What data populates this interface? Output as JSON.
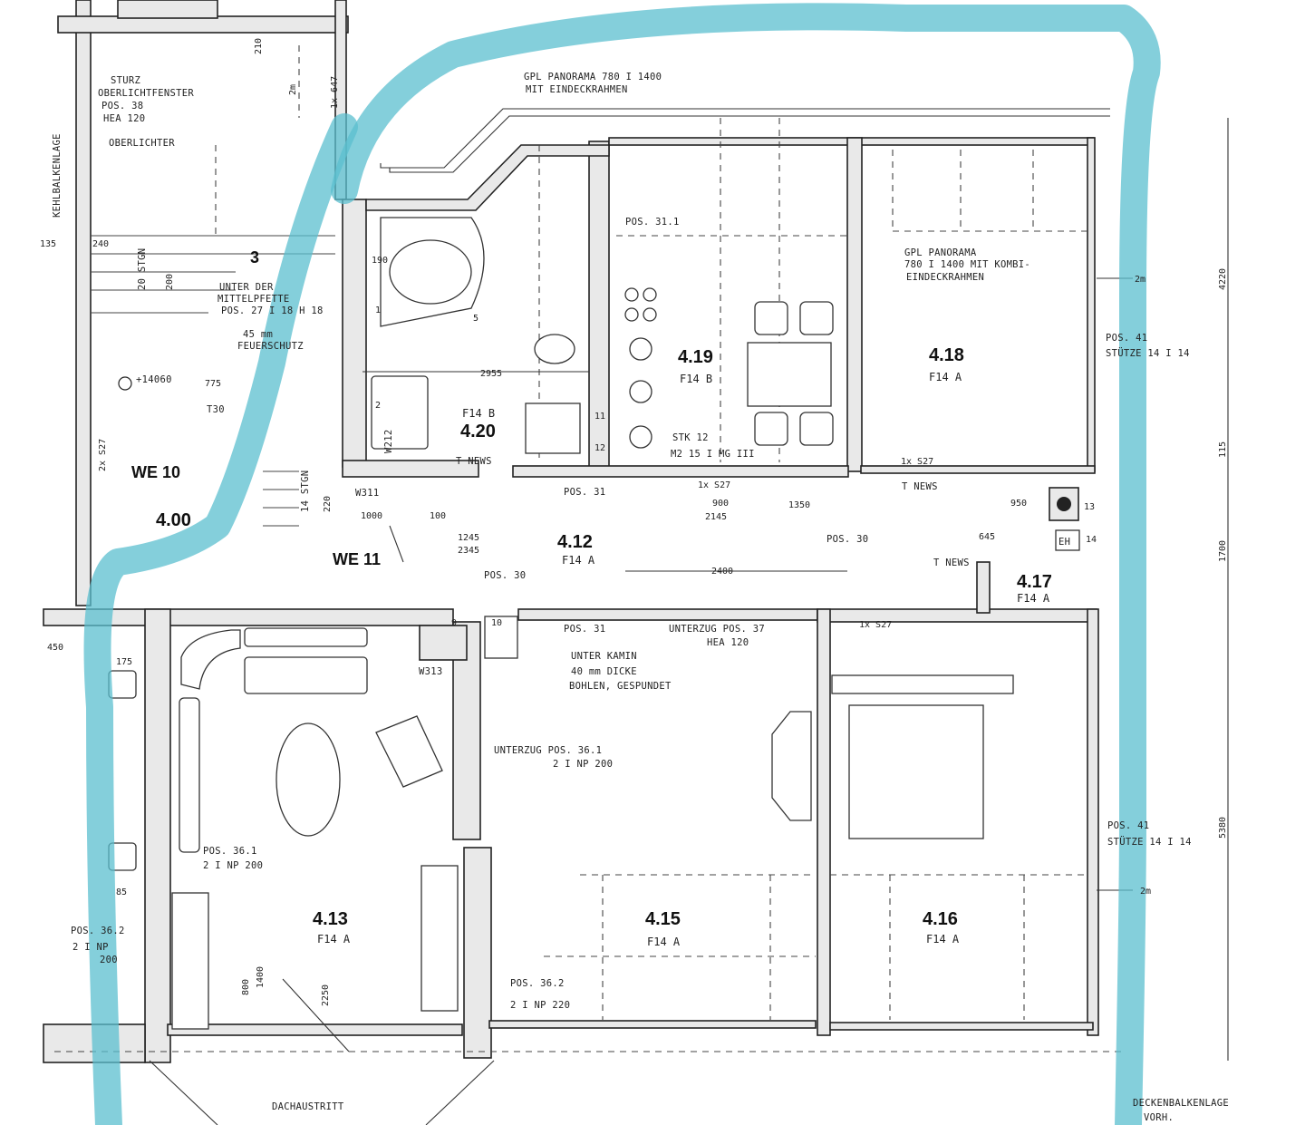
{
  "rooms": [
    {
      "num": "4.00",
      "sub": ""
    },
    {
      "num": "4.12",
      "sub": "F14 A"
    },
    {
      "num": "4.13",
      "sub": "F14 A"
    },
    {
      "num": "4.15",
      "sub": "F14 A"
    },
    {
      "num": "4.16",
      "sub": "F14 A"
    },
    {
      "num": "4.17",
      "sub": "F14 A"
    },
    {
      "num": "4.18",
      "sub": "F14 A"
    },
    {
      "num": "4.19",
      "sub": "F14 B"
    },
    {
      "num": "4.20",
      "sub": "F14 B"
    }
  ],
  "units": [
    "WE 10",
    "WE 11"
  ],
  "stair_number": "3",
  "notes": {
    "sturz_1": "STURZ",
    "sturz_2": "OBERLICHTFENSTER",
    "sturz_3": "POS. 38",
    "sturz_4": "HEA 120",
    "oberlichter": "OBERLICHTER",
    "kehlbalkenlage": "KEHLBALKENLAGE",
    "unter_der_1": "UNTER DER",
    "unter_der_2": "MITTELPFETTE",
    "unter_der_3": "POS. 27 I 18 H 18",
    "feuerschutz_1": "45 mm",
    "feuerschutz_2": "FEUERSCHUTZ",
    "level": "+14060",
    "gpl_top_1": "GPL PANORAMA 780 I 1400",
    "gpl_top_2": "MIT EINDECKRAHMEN",
    "gpl_right_1": "GPL PANORAMA",
    "gpl_right_2": "780 I 1400 MIT KOMBI-",
    "gpl_right_3": "EINDECKRAHMEN",
    "pos41_a": "POS. 41",
    "stuetze_a": "STÜTZE 14 I 14",
    "pos41_b": "POS. 41",
    "stuetze_b": "STÜTZE 14 I 14",
    "pos311": "POS. 31.1",
    "pos31_a": "POS. 31",
    "pos31_b": "POS. 31",
    "pos30_a": "POS. 30",
    "pos30_b": "POS. 30",
    "unterzug37_1": "UNTERZUG POS. 37",
    "unterzug37_2": "HEA 120",
    "unter_kamin_1": "UNTER KAMIN",
    "unter_kamin_2": "40 mm DICKE",
    "unter_kamin_3": "BOHLEN, GESPUNDET",
    "unterzug361_1": "UNTERZUG POS. 36.1",
    "unterzug361_2": "2 I NP 200",
    "pos361_1": "POS. 36.1",
    "pos361_2": "2 I NP 200",
    "pos362l_1": "POS. 36.2",
    "pos362l_2": "2 I NP",
    "pos362l_3": "200",
    "pos362r_1": "POS. 36.2",
    "pos362r_2": "2 I NP 220",
    "dachaustritt": "DACHAUSTRITT",
    "deckenbalkenlage_1": "DECKENBALKENLAGE",
    "deckenbalkenlage_2": "VORH.",
    "stk": "STK 12",
    "m2": "M2 15 I MG III",
    "eh": "EH",
    "tnews_1": "T NEWS",
    "tnews_2": "T NEWS",
    "tnews_3": "T NEWS",
    "t30": "T30",
    "stgn_1": "20 STGN",
    "stgn_2": "14 STGN",
    "w311": "W311",
    "w313": "W313",
    "w212": "W212"
  },
  "dims": {
    "d240": "240",
    "d135": "135",
    "d2955": "2955",
    "d1000": "1000",
    "d100": "100",
    "d1245": "1245",
    "d2345": "2345",
    "d2400": "2400",
    "d1350": "1350",
    "d900": "900",
    "d2145": "2145",
    "d950": "950",
    "d645": "645",
    "d175": "175",
    "d450": "450",
    "d85": "85",
    "d800": "800",
    "d1400": "1400",
    "d2250": "2250",
    "d775": "775",
    "d4220": "4220",
    "d1700": "1700",
    "d5380": "5380",
    "d115": "115",
    "h2m_1": "2m",
    "h2m_2": "2m",
    "h2m_3": "2m",
    "c9": "9",
    "c10": "10",
    "c11": "11",
    "c12": "12",
    "c13": "13",
    "c14": "14",
    "c1": "1",
    "c2": "2",
    "c5": "5",
    "x527_1": "1x S27",
    "x527_2": "1x S27",
    "x527_3": "1x S27",
    "x527_4": "2x S27",
    "d1x647": "1x 647",
    "d190": "190",
    "d210": "210",
    "d200": "200",
    "d220": "220"
  }
}
